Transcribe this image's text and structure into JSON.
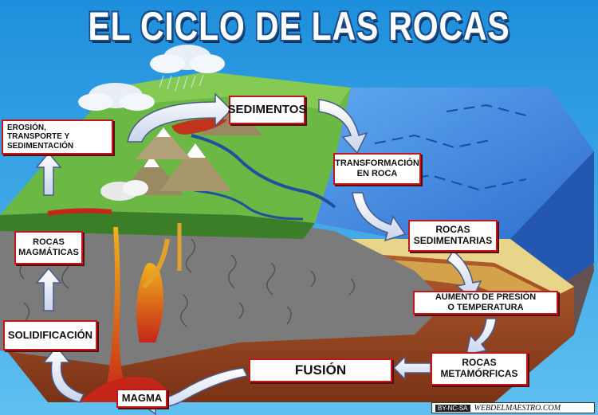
{
  "title": "EL CICLO DE LAS ROCAS",
  "labels": {
    "sedimentos": "SEDIMENTOS",
    "transformacion": "TRANSFORMACIÓN\nEN ROCA",
    "rocas_sedimentarias": "ROCAS\nSEDIMENTARIAS",
    "aumento": "AUMENTO DE PRESIÓN\nO TEMPERATURA",
    "rocas_metamorficas": "ROCAS\nMETAMÓRFICAS",
    "fusion": "FUSIÓN",
    "magma": "MAGMA",
    "solidificacion": "SOLIDIFICACIÓN",
    "rocas_magmaticas": "ROCAS\nMAGMÁTICAS",
    "erosion": "EROSIÓN,\nTRANSPORTE Y\nSEDIMENTACIÓN"
  },
  "footer": {
    "license": "BY-NC-SA",
    "site": "WEBDELMAESTRO.COM"
  },
  "colors": {
    "sky": "#2a9be0",
    "land": "#6cb844",
    "sea": "#3f8de0",
    "rock": "#7a7a7a",
    "crust": "#9c4a26",
    "magma": "#d4311e",
    "label_border": "#c0171c"
  }
}
